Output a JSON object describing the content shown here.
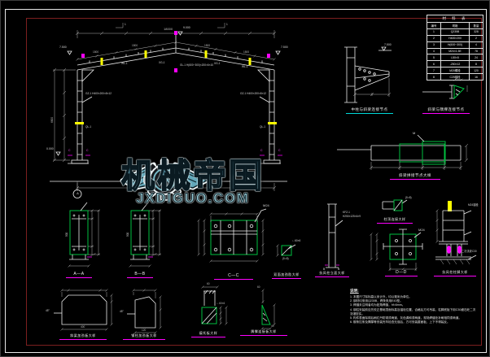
{
  "colors": {
    "line": "#ebebeb",
    "dim": "#b2b2b2",
    "green": "#00c040",
    "yellow": "#ffff00",
    "magenta": "#ff00ff",
    "cyan": "#00d8d8",
    "teal": "#8fcbd8",
    "frame_red": "#7c1f1f"
  },
  "watermark": {
    "brand": "机械帝国",
    "domain": "JXDIGUO.COM",
    "monogram": "JX"
  },
  "table": {
    "title": "材 料 表",
    "headers": [
      "编号",
      "规格",
      "数量"
    ],
    "rows": [
      [
        "1",
        "Q235B",
        "328"
      ],
      [
        "2",
        "H400×200",
        "2"
      ],
      [
        "3",
        "H(600~300)",
        "4"
      ],
      [
        "4",
        "M24×1.5E",
        "78"
      ],
      [
        "5",
        "L50×5",
        "24"
      ],
      [
        "6",
        "-250×12",
        "8"
      ],
      [
        "7",
        "M20螺栓",
        "120"
      ],
      [
        "8",
        "C25锚栓",
        "16"
      ]
    ]
  },
  "frame": {
    "span": "18000",
    "bay": "1500",
    "height": "6600",
    "elev_apex": "9.000",
    "elev_eave": "7.500",
    "elev_base": "0.000",
    "axis": "A",
    "c_mark": "C",
    "sec": "1",
    "labels": {
      "wl": "WL-1",
      "xg": "XG-1",
      "ql": "QL-1",
      "beam": "GL-1 H(600~300)×200×6×10",
      "col": "GZ-1 H400×200×8×12"
    }
  },
  "details": {
    "captions": {
      "mid_col": "中柱与斜梁连接节点",
      "yucheng": "斜梁与隅撑连接节点",
      "splice": "斜梁拼接节点大样",
      "aa": "A—A",
      "bb": "B—B",
      "cc": "C—C",
      "dd": "D—D",
      "jiajin": "双面加劲肋大样",
      "kangfeng": "抗风柱立面大样",
      "zhuding": "柱顶连接大样",
      "kangfeng_base": "抗风柱柱脚大样",
      "rib_plate": "斜梁加劲板大样",
      "col_plate": "钢柱加劲板大样",
      "lintuo": "檩托板大样",
      "yc_conn": "隅撑连接板大样"
    },
    "micro": {
      "m": "M",
      "m24": "M24",
      "b": "B",
      "kfz": "KFZ-1",
      "kfz_spec": "H250×125×6×9",
      "anchor": "M24锚栓",
      "grout": "二次浇灌C30",
      "delta8": "(δ=8)",
      "angle": "∟60×6",
      "deg45": "45°",
      "d400": "400",
      "d120": "120",
      "d60": "60",
      "d40": "40",
      "d500": "500"
    }
  },
  "notes": {
    "title": "说明:",
    "lines": [
      "1. 本图尺寸除标高以米计外，均以毫米为单位。",
      "2. 钢材均采用Q235B，焊条采用E43型。",
      "3. 焊缝未注明者均为贴角焊缝，hf=6mm。",
      "4. 钢柱安装前应先校正基础顶面标高及锚栓位置，合格后方可吊装，柱脚底板下用C30细石砼二次浇灌密实。",
      "5. 构件表面除锈后刷红丹防锈漆两道，灰色调和漆两道，现场焊缝处补刷相同漆两道。",
      "6. 檩条拉条及隅撑等安装完毕检查无误后，方可安装屋面板，上下不得装反。"
    ]
  }
}
